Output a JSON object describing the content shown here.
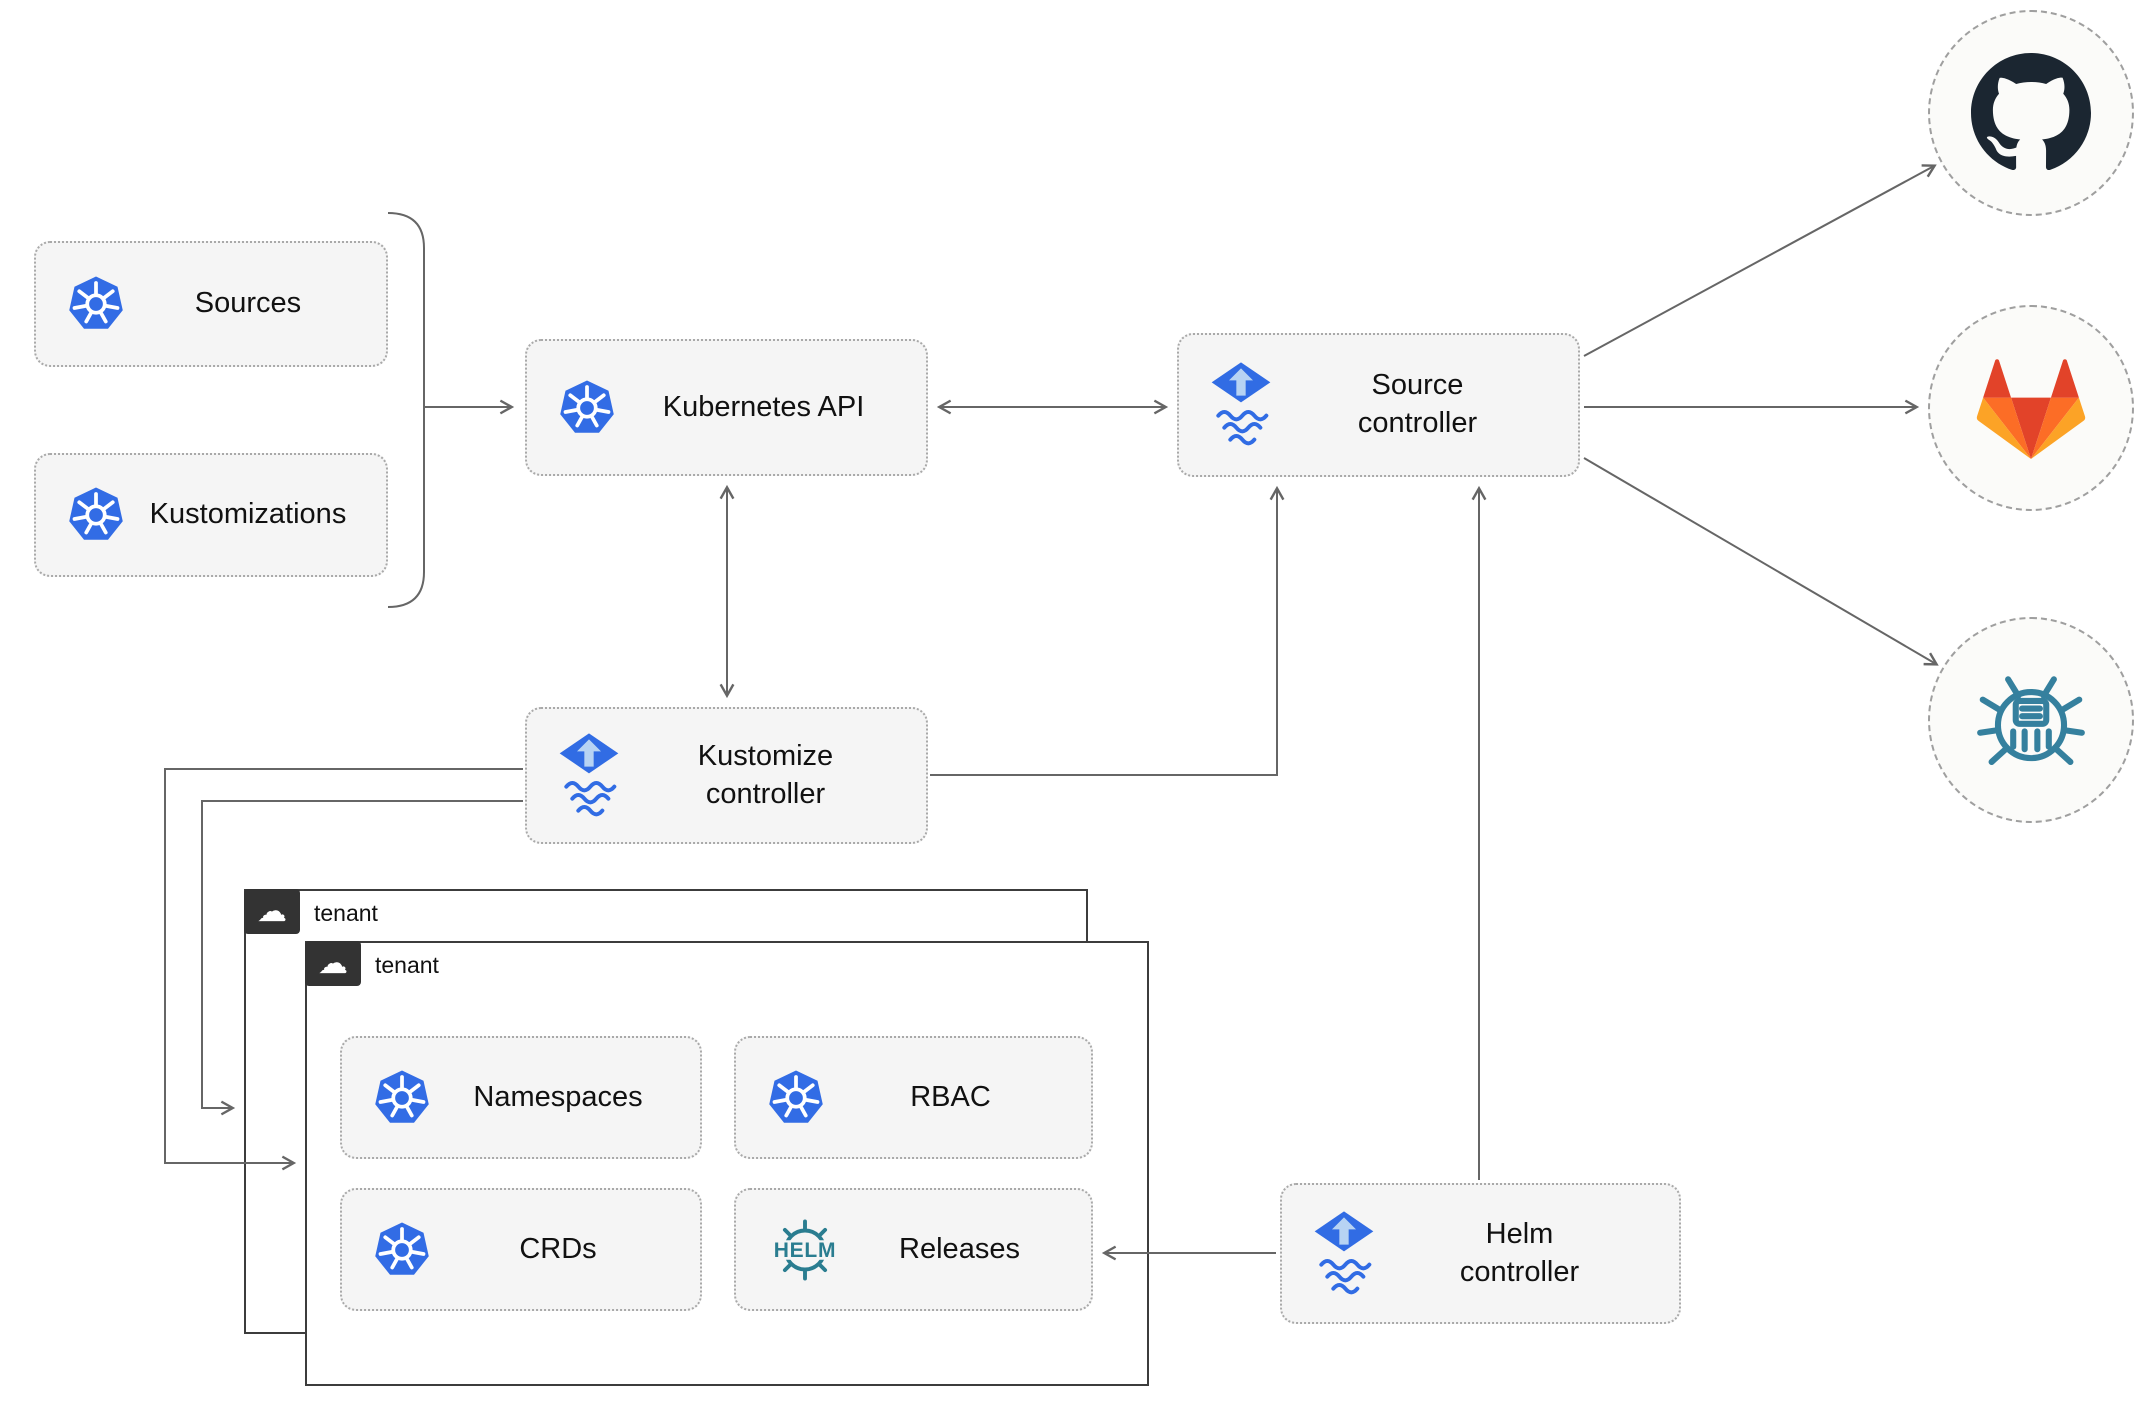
{
  "nodes": {
    "sources": {
      "label": "Sources",
      "icon": "kubernetes-icon"
    },
    "kustomizations": {
      "label": "Kustomizations",
      "icon": "kubernetes-icon"
    },
    "kubernetes_api": {
      "label": "Kubernetes API",
      "icon": "kubernetes-icon"
    },
    "source_controller": {
      "line1": "Source",
      "line2": "controller",
      "icon": "flux-icon"
    },
    "kustomize_controller": {
      "line1": "Kustomize",
      "line2": "controller",
      "icon": "flux-icon"
    },
    "helm_controller": {
      "line1": "Helm",
      "line2": "controller",
      "icon": "flux-icon"
    },
    "tenant_back": {
      "label": "tenant",
      "icon": "cloud-icon"
    },
    "tenant_front": {
      "label": "tenant",
      "icon": "cloud-icon"
    },
    "namespaces": {
      "label": "Namespaces",
      "icon": "kubernetes-icon"
    },
    "rbac": {
      "label": "RBAC",
      "icon": "kubernetes-icon"
    },
    "crds": {
      "label": "CRDs",
      "icon": "kubernetes-icon"
    },
    "releases": {
      "label": "Releases",
      "icon": "helm-icon"
    }
  },
  "endpoints": [
    {
      "name": "github",
      "icon": "github-icon"
    },
    {
      "name": "gitlab",
      "icon": "gitlab-icon"
    },
    {
      "name": "bug-provider",
      "icon": "bug-icon"
    }
  ],
  "connections": [
    {
      "from": "sources+kustomizations",
      "to": "kubernetes_api",
      "style": "arrow"
    },
    {
      "from": "kubernetes_api",
      "to": "source_controller",
      "style": "double-arrow"
    },
    {
      "from": "kubernetes_api",
      "to": "kustomize_controller",
      "style": "double-arrow"
    },
    {
      "from": "kustomize_controller",
      "to": "source_controller",
      "style": "arrow"
    },
    {
      "from": "helm_controller",
      "to": "source_controller",
      "style": "arrow"
    },
    {
      "from": "source_controller",
      "to": "github",
      "style": "arrow"
    },
    {
      "from": "source_controller",
      "to": "gitlab",
      "style": "arrow"
    },
    {
      "from": "source_controller",
      "to": "bug-provider",
      "style": "arrow"
    },
    {
      "from": "kustomize_controller",
      "to": "tenant_front",
      "style": "arrow"
    },
    {
      "from": "kustomize_controller",
      "to": "tenant_back",
      "style": "arrow"
    },
    {
      "from": "helm_controller",
      "to": "releases",
      "style": "arrow"
    }
  ],
  "icons": {
    "helm_text": "HELM",
    "cloud_glyph": "☁"
  },
  "colors": {
    "kubernetes_blue": "#326ce5",
    "flux_blue": "#316ce4",
    "flux_arrow_light": "#b7d3f3",
    "helm_teal": "#2a7d90",
    "github_dark": "#1b2631",
    "gitlab_red": "#e24329",
    "gitlab_orange": "#fc6d26",
    "gitlab_yellow": "#fca326",
    "bug_teal": "#35809e",
    "connector_gray": "#666666",
    "node_bg": "#f5f5f5",
    "node_border": "#a9a9a9",
    "tenant_border": "#3c3c3c",
    "tenant_chip_bg": "#333333"
  }
}
